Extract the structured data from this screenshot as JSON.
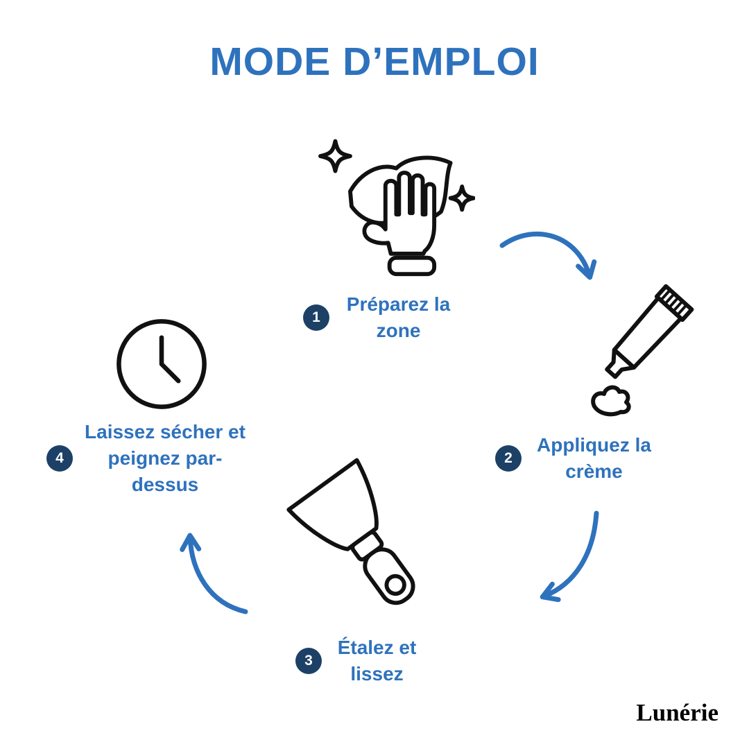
{
  "title": "MODE D’EMPLOI",
  "brand": "Lunérie",
  "colors": {
    "accent_blue": "#2e72bd",
    "badge_navy": "#1d4066",
    "icon_black": "#111111",
    "background": "#ffffff"
  },
  "steps": [
    {
      "number": "1",
      "label": "Préparez la zone",
      "icon": "hand-wiping-cloth-icon"
    },
    {
      "number": "2",
      "label": "Appliquez la crème",
      "icon": "cream-tube-icon"
    },
    {
      "number": "3",
      "label": "Étalez et lissez",
      "icon": "putty-knife-icon"
    },
    {
      "number": "4",
      "label": "Laissez sécher et peignez par-dessus",
      "icon": "clock-icon"
    }
  ],
  "arrows": [
    {
      "name": "arrow-step1-to-step2"
    },
    {
      "name": "arrow-step2-to-step3"
    },
    {
      "name": "arrow-step3-to-step4"
    }
  ]
}
